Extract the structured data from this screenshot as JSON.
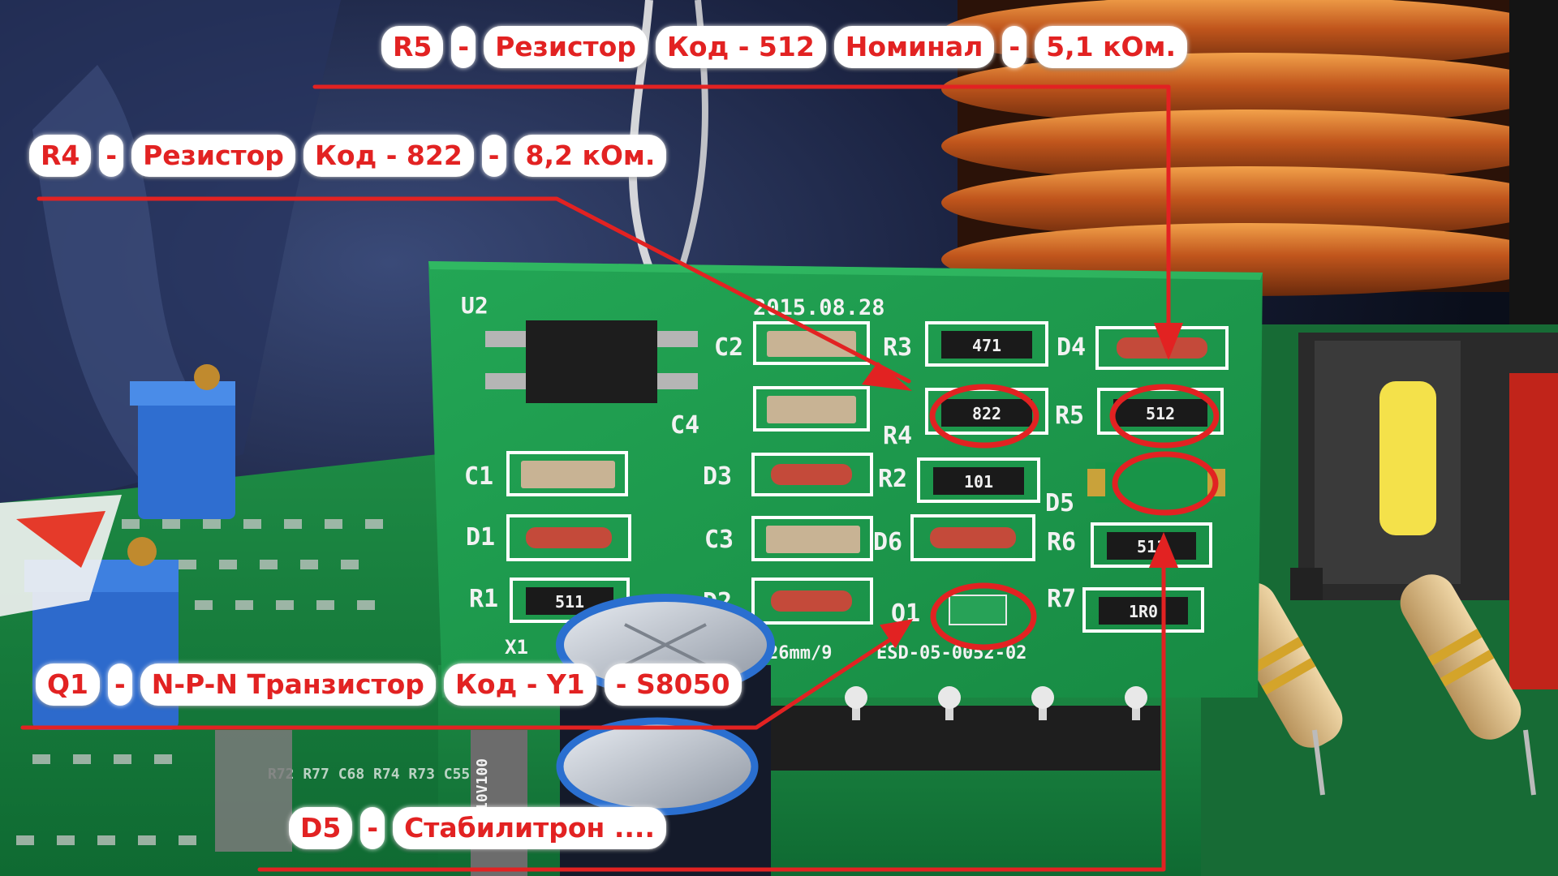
{
  "board": {
    "date": "2015.08.28",
    "part_number": "ESD-05-0052-02",
    "dims_fragment": "26mm/9",
    "designators": {
      "u2": "U2",
      "c1": "C1",
      "c2": "C2",
      "c3": "C3",
      "c4": "C4",
      "d1": "D1",
      "d2": "D2",
      "d3": "D3",
      "d4": "D4",
      "d5": "D5",
      "d6": "D6",
      "r1": "R1",
      "r2": "R2",
      "r3": "R3",
      "r4": "R4",
      "r5": "R5",
      "r6": "R6",
      "r7": "R7",
      "q1": "Q1",
      "x1": "X1"
    },
    "chip_codes": {
      "r1": "511",
      "r2": "101",
      "r3": "471",
      "r4": "822",
      "r5": "512",
      "r6": "511",
      "r7": "1R0"
    },
    "capacitor_text": "10V100",
    "background_silk": "R72 R77 C68 R74 R73 C55"
  },
  "captions": {
    "r5": {
      "ref": "R5",
      "sep1": "-",
      "type": "Резистор",
      "code": "Код - 512",
      "nominal": "Номинал",
      "sep2": "-",
      "value": "5,1  кОм."
    },
    "r4": {
      "ref": "R4",
      "sep1": "-",
      "type": "Резистор",
      "code": "Код - 822",
      "sep2": "-",
      "value": "8,2  кОм."
    },
    "q1": {
      "ref": "Q1",
      "sep1": "-",
      "type": "N-P-N Транзистор",
      "code": "Код - Y1",
      "value": "- S8050"
    },
    "d5": {
      "ref": "D5",
      "sep1": "-",
      "type": "Стабилитрон ...."
    }
  },
  "colors": {
    "annotation_red": "#e22222",
    "pcb_green": "#1f9a4a",
    "copper": "#c8682a"
  }
}
